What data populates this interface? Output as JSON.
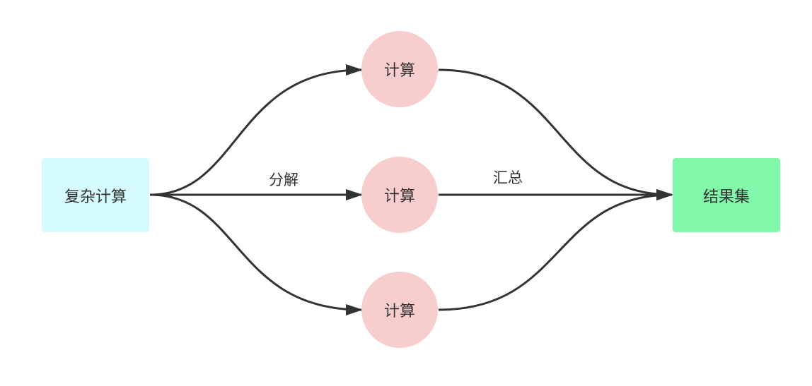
{
  "diagram": {
    "nodes": {
      "source": {
        "label": "复杂计算",
        "fill": "#d5fbfd"
      },
      "compute_top": {
        "label": "计算",
        "fill": "#f7cdcd"
      },
      "compute_mid": {
        "label": "计算",
        "fill": "#f7cdcd"
      },
      "compute_bot": {
        "label": "计算",
        "fill": "#f7cdcd"
      },
      "result": {
        "label": "结果集",
        "fill": "#80f7a9"
      }
    },
    "edge_labels": {
      "split": "分解",
      "merge": "汇总"
    },
    "edge_color": "#333333"
  }
}
